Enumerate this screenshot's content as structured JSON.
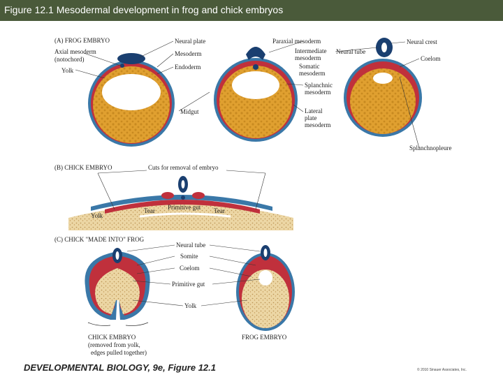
{
  "title": "Figure 12.1  Mesodermal development in frog and chick embryos",
  "sections": {
    "a": "(A)  FROG EMBRYO",
    "b": "(B)  CHICK EMBRYO",
    "c": "(C)  CHICK \"MADE INTO\" FROG"
  },
  "labels": {
    "neural_plate": "Neural plate",
    "axial_mesoderm": "Axial mesoderm",
    "notochord": "(notochord)",
    "mesoderm": "Mesoderm",
    "endoderm": "Endoderm",
    "yolk": "Yolk",
    "midgut": "Midgut",
    "paraxial_mesoderm": "Paraxial mesoderm",
    "intermediate_mesoderm_1": "Intermediate",
    "intermediate_mesoderm_2": "mesoderm",
    "somatic_mesoderm_1": "Somatic",
    "somatic_mesoderm_2": "mesoderm",
    "splanchnic_mesoderm_1": "Splanchnic",
    "splanchnic_mesoderm_2": "mesoderm",
    "lateral_plate_1": "Lateral",
    "lateral_plate_2": "plate",
    "lateral_plate_3": "mesoderm",
    "neural_tube": "Neural tube",
    "neural_crest": "Neural crest",
    "coelom": "Coelom",
    "splanchnopleure": "Splanchnopleure",
    "cuts": "Cuts for removal of embryo",
    "primitive_gut": "Primitive gut",
    "tear_left": "Tear",
    "tear_right": "Tear",
    "yolk_b": "Yolk",
    "c_neural_tube": "Neural tube",
    "c_somite": "Somite",
    "c_coelom": "Coelom",
    "c_primitive_gut": "Primitive gut",
    "c_yolk": "Yolk",
    "chick_caption_1": "CHICK EMBRYO",
    "chick_caption_2": "(removed from yolk,",
    "chick_caption_3": "edges pulled together)",
    "frog_caption": "FROG EMBRYO"
  },
  "footer": "DEVELOPMENTAL BIOLOGY, 9e, Figure 12.1",
  "copyright": "© 2010 Sinauer Associates, Inc.",
  "colors": {
    "title_bar": "#4a5a3a",
    "yolk": "#e0a030",
    "mesoderm": "#c0303c",
    "ectoderm": "#3a78a8",
    "neural": "#1a3f70",
    "chick_yolk": "#e8d2a0"
  }
}
